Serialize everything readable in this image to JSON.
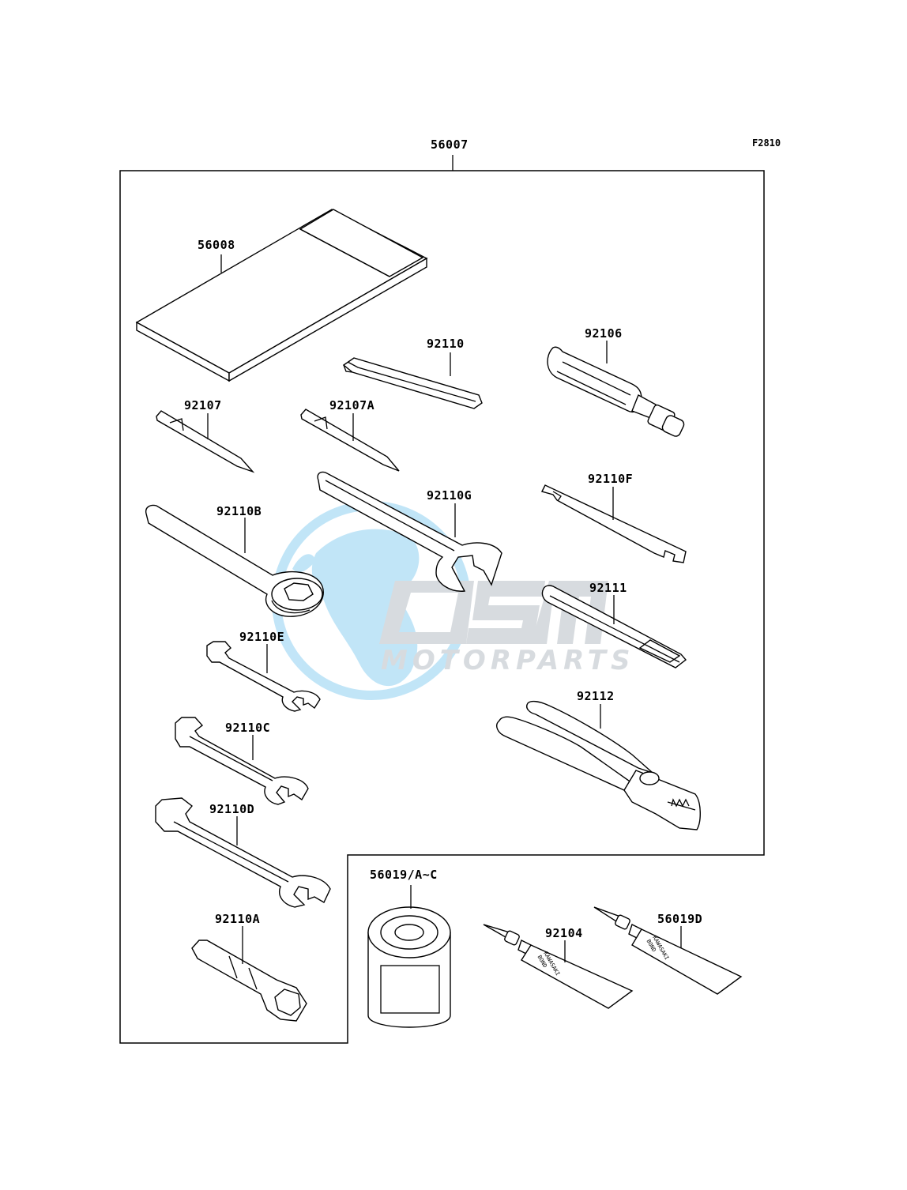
{
  "figure": {
    "code": "F2810",
    "assembly_label": "56007"
  },
  "watermark": {
    "brand": "OEM",
    "subtitle": "MOTORPARTS",
    "color_globe": "#8fd0f2",
    "color_text": "#b8bfc6"
  },
  "parts": {
    "p56008": "56008",
    "p92110": "92110",
    "p92106": "92106",
    "p92107": "92107",
    "p92107A": "92107A",
    "p92110G": "92110G",
    "p92110F": "92110F",
    "p92110B": "92110B",
    "p92111": "92111",
    "p92110E": "92110E",
    "p92112": "92112",
    "p92110C": "92110C",
    "p92110D": "92110D",
    "p92110A": "92110A",
    "p56019AC": "56019/A~C",
    "p92104": "92104",
    "p56019D": "56019D"
  },
  "tube_print": {
    "brand": "KAWASAKI",
    "product": "BOND"
  }
}
